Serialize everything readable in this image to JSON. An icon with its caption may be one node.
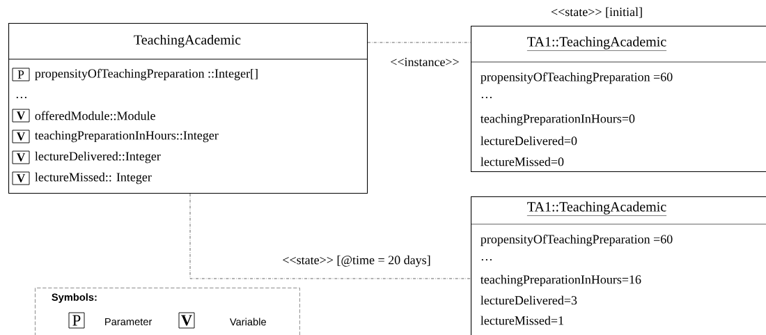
{
  "diagram": {
    "nodes": [
      {
        "text": [
          "TeachingAcademic",
          "propensityOfTeachingPreparation ::Integer[]",
          "…",
          "offeredModule::Module",
          "teachingPreparationInHours::Integer",
          "lectureDelivered::Integer",
          "lectureMissed:: Integer"
        ]
      },
      {
        "text": [
          "P"
        ],
        "in": 0
      },
      {
        "text": [
          "V"
        ],
        "in": 0
      },
      {
        "text": [
          "V"
        ],
        "in": 0
      },
      {
        "text": [
          "V"
        ],
        "in": 0
      },
      {
        "text": [
          "V"
        ],
        "in": 0
      },
      {
        "text": [
          "TA1::TeachingAcademic",
          "propensityOfTeachingPreparation =60",
          "…",
          "teachingPreparationInHours=0",
          "lectureDelivered=0",
          "lectureMissed=0"
        ],
        "beside": [
          "<<state>> [initial]"
        ]
      },
      {
        "text": [
          "TA1::TeachingAcademic",
          "propensityOfTeachingPreparation =60",
          "…",
          "teachingPreparationInHours=16",
          "lectureDelivered=3",
          "lectureMissed=1"
        ]
      },
      {
        "text": [
          "Symbols:",
          "Parameter",
          "Variable"
        ]
      },
      {
        "text": [
          "P"
        ],
        "in": 8
      },
      {
        "text": [
          "V"
        ],
        "in": 8
      }
    ],
    "edges": [
      {
        "from": 0,
        "to": 6,
        "arrow": "none",
        "label": "<<instance>>"
      },
      {
        "from": 0,
        "to": 7,
        "arrow": "none",
        "label": "<<state>> [@time = 20 days]"
      }
    ]
  }
}
